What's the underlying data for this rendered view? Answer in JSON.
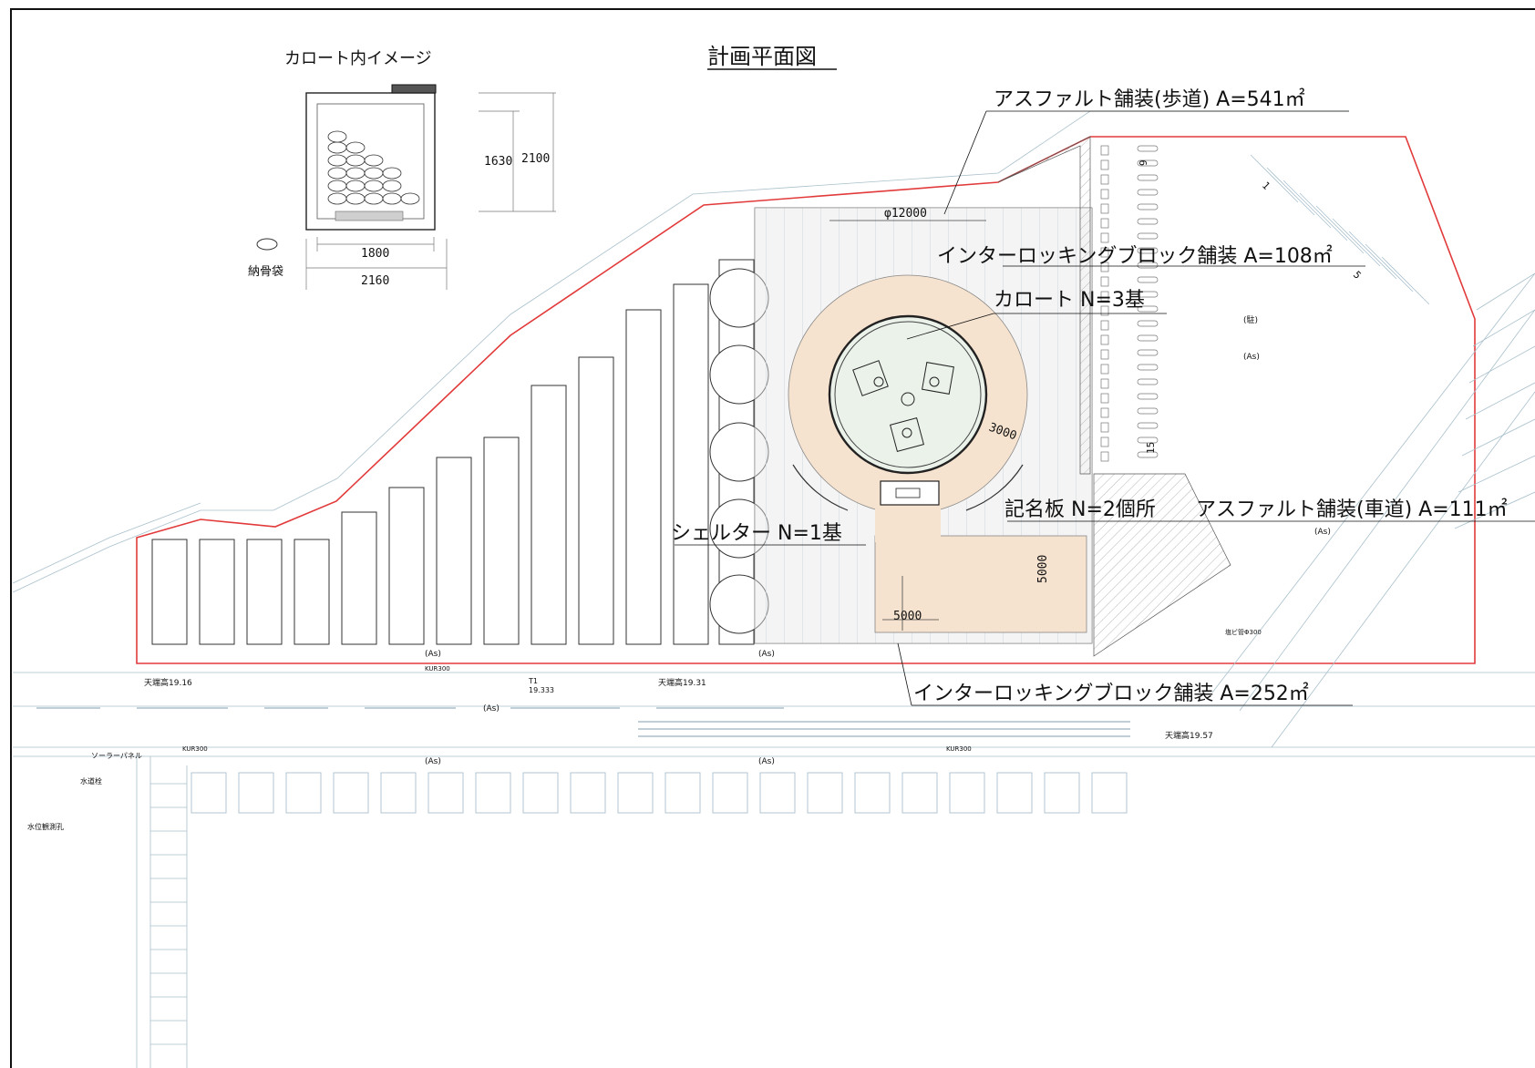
{
  "title": "計画平面図",
  "inset": {
    "title": "カロート内イメージ",
    "legend": "納骨袋",
    "dims": {
      "d1630": "1630",
      "d2100": "2100",
      "d1800": "1800",
      "d2160": "2160"
    }
  },
  "callouts": {
    "asphalt_walk": "アスファルト舗装(歩道) A=541㎡",
    "interlock_108": "インターロッキングブロック舗装 A=108㎡",
    "karoto": "カロート N=3基",
    "nameplate": "記名板 N=2個所",
    "asphalt_road": "アスファルト舗装(車道) A=111㎡",
    "shelter": "シェルター N=1基",
    "interlock_252": "インターロッキングブロック舗装 A=252㎡"
  },
  "dims": {
    "phi": "φ12000",
    "r3000": "3000",
    "w5000": "5000",
    "h5000": "5000",
    "p9": "9",
    "p15": "15",
    "p5": "5",
    "p1": "1"
  },
  "survey": {
    "top1": "天端高19.16",
    "top2": "天端高19.31",
    "top3": "天端高19.57",
    "t1": "T1",
    "t1v": "19.333",
    "as": "(As)",
    "chu": "(駐)",
    "kur": "KUR300",
    "solar": "ソーラーパネル",
    "water": "水道栓",
    "water_lid": "水位観測孔",
    "pvc": "塩ビ管Φ300"
  },
  "colors": {
    "boundary": "#e23a3a",
    "plaza": "#f6e3cf",
    "paving": "#e9e9e9",
    "bluegray": "#8aa6b5",
    "circle_inner": "#eaf2ea"
  }
}
